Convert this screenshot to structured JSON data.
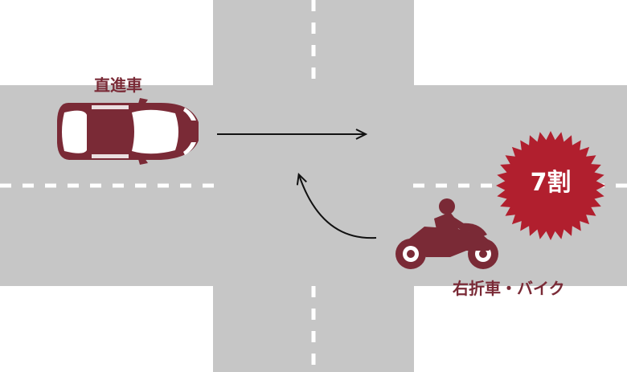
{
  "labels": {
    "straight_car": "直進車",
    "right_turn_bike": "右折車・バイク"
  },
  "badge": {
    "text": "7割"
  },
  "colors": {
    "road": "#c6c6c6",
    "background": "#ffffff",
    "vehicle": "#7a2a36",
    "badge": "#b11f2e",
    "arrow": "#111111",
    "lane_marking": "#ffffff"
  },
  "icons": {
    "car": "car-top-view-icon",
    "motorcycle": "motorcycle-rider-icon",
    "straight_arrow": "arrow-right-icon",
    "turn_arrow": "curved-arrow-icon",
    "badge_shape": "starburst-badge"
  }
}
